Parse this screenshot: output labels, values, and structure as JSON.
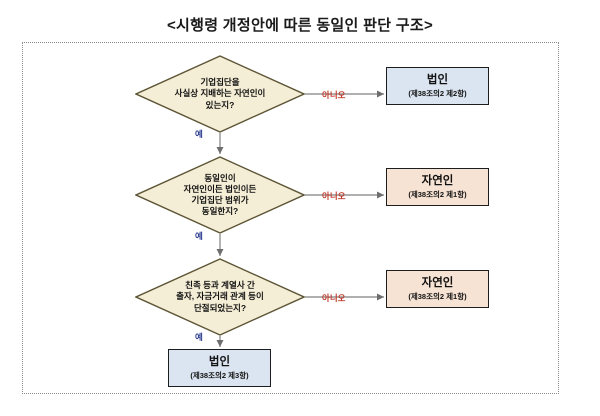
{
  "page": {
    "title": "<시행령 개정안에 따른 동일인 판단 구조>"
  },
  "colors": {
    "decision_fill": "#f5eed6",
    "decision_stroke": "#5c5434",
    "result_fill_corporate": "#dbe5f1",
    "result_fill_natural": "#f7e3d4",
    "result_stroke": "#1d1d1d",
    "connector": "#808080",
    "label_no": "#c0392b",
    "label_yes": "#2b3a8f",
    "frame_border": "#8a8a8a"
  },
  "flow": {
    "decisions": [
      {
        "id": "decision-1",
        "lines": [
          "기업집단을",
          "사실상 지배하는 자연인이",
          "있는지?"
        ]
      },
      {
        "id": "decision-2",
        "lines": [
          "동일인이",
          "자연인이든 법인이든",
          "기업집단 범위가",
          "동일한지?"
        ]
      },
      {
        "id": "decision-3",
        "lines": [
          "친족 등과 계열사 간",
          "출자, 자금거래 관계 등이",
          "단절되었는지?"
        ]
      }
    ],
    "results": [
      {
        "id": "result-1",
        "title": "법인",
        "clause": "(제38조의2 제2항)",
        "fill": "blue"
      },
      {
        "id": "result-2",
        "title": "자연인",
        "clause": "(제38조의2 제1항)",
        "fill": "pink"
      },
      {
        "id": "result-3",
        "title": "자연인",
        "clause": "(제38조의2 제1항)",
        "fill": "pink"
      },
      {
        "id": "result-4",
        "title": "법인",
        "clause": "(제38조의2 제3항)",
        "fill": "blue"
      }
    ],
    "edge_labels": {
      "no": "아니오",
      "yes": "예"
    }
  }
}
